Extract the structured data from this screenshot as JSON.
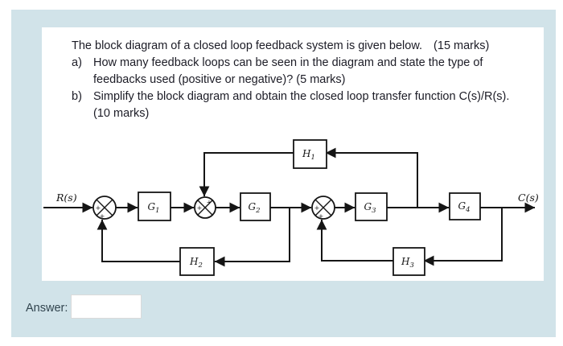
{
  "page": {
    "background": "#ffffff",
    "panel_color": "#d1e3e9",
    "card_color": "#ffffff",
    "ink_color": "#151515",
    "text_color": "#1c1c26"
  },
  "question": {
    "intro": "The block diagram of a closed loop feedback system is given below.",
    "intro_marks": "(15 marks)",
    "items": [
      {
        "label": "a)",
        "text": "How many feedback loops can be seen in the diagram and state the type of feedbacks used (positive or negative)? (5 marks)"
      },
      {
        "label": "b)",
        "text": "Simplify the block diagram and obtain the closed loop transfer function C(s)/R(s). (10 marks)"
      }
    ]
  },
  "diagram": {
    "input_label": "R(s)",
    "output_label": "C(s)",
    "blocks": {
      "g1": {
        "base": "G",
        "sub": "1"
      },
      "g2": {
        "base": "G",
        "sub": "2"
      },
      "g3": {
        "base": "G",
        "sub": "3"
      },
      "g4": {
        "base": "G",
        "sub": "4"
      },
      "h1": {
        "base": "H",
        "sub": "1"
      },
      "h2": {
        "base": "H",
        "sub": "2"
      },
      "h3": {
        "base": "H",
        "sub": "3"
      }
    },
    "summing_junctions": [
      {
        "id": "sj1",
        "left_sign": "+",
        "feedback_sign": "+",
        "feedback_entry": "bottom"
      },
      {
        "id": "sj2",
        "left_sign": "+",
        "feedback_sign": "+",
        "feedback_entry": "top"
      },
      {
        "id": "sj3",
        "left_sign": "+",
        "feedback_sign": "+",
        "feedback_entry": "bottom"
      }
    ]
  },
  "answer": {
    "label": "Answer:",
    "value": ""
  }
}
